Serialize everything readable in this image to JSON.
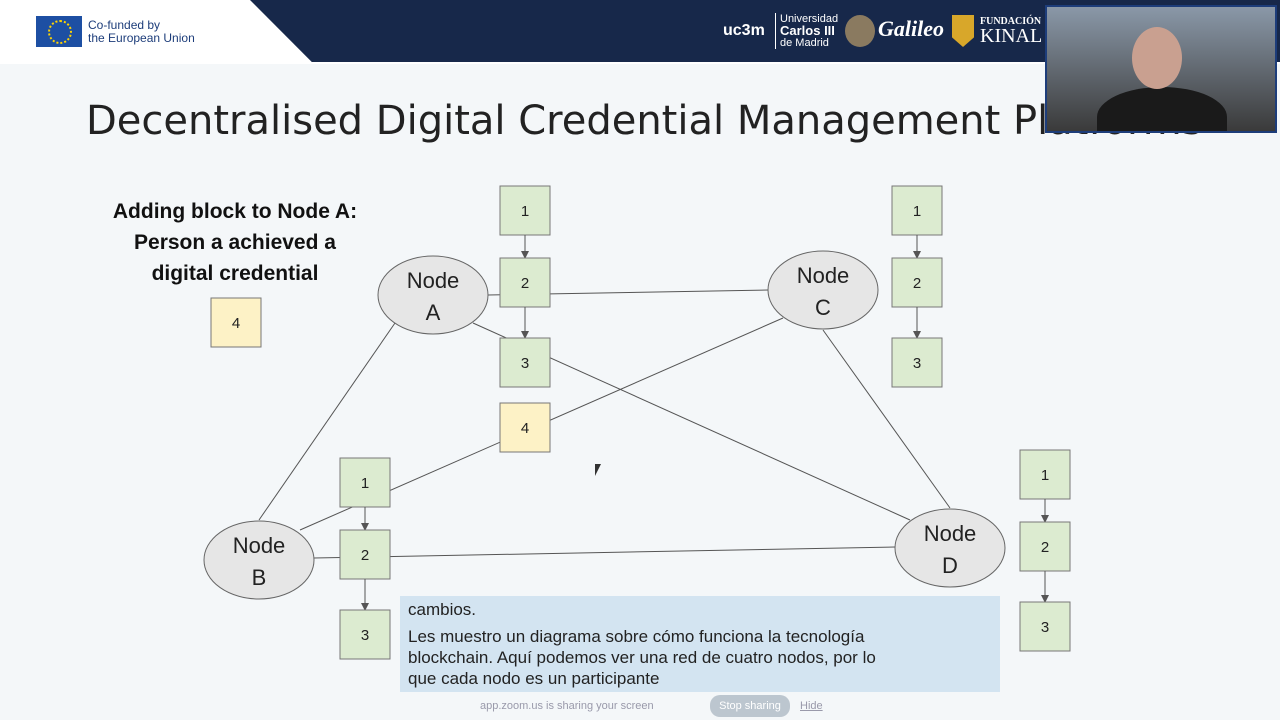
{
  "banner": {
    "eu_text_1": "Co-funded by",
    "eu_text_2": "the European Union",
    "uc3m": "uc3m",
    "uni_1": "Universidad",
    "uni_2": "Carlos III",
    "uni_3": "de Madrid",
    "galileo": "Galileo",
    "kinal_1": "FUNDACIÓN",
    "kinal_2": "KINAL"
  },
  "slide": {
    "title": "Decentralised Digital Credential Management Platforms",
    "left_text": [
      "Adding block to Node A:",
      "Person a achieved a",
      "digital credential"
    ],
    "new_block": "4",
    "nodes": [
      {
        "id": "A",
        "l1": "Node",
        "l2": "A"
      },
      {
        "id": "B",
        "l1": "Node",
        "l2": "B"
      },
      {
        "id": "C",
        "l1": "Node",
        "l2": "C"
      },
      {
        "id": "D",
        "l1": "Node",
        "l2": "D"
      }
    ],
    "chains": {
      "A": [
        "1",
        "2",
        "3",
        "4"
      ],
      "B": [
        "1",
        "2",
        "3"
      ],
      "C": [
        "1",
        "2",
        "3"
      ],
      "D": [
        "1",
        "2",
        "3"
      ]
    },
    "colors": {
      "block": "#dcebd0",
      "block_new": "#fdf2c6",
      "node": "#e6e6e6"
    }
  },
  "caption": {
    "line0": "cambios.",
    "line1": "Les muestro un diagrama sobre cómo funciona la tecnología",
    "line2": "blockchain. Aquí podemos ver una red de cuatro nodos, por lo",
    "line3": "que cada nodo es un participante"
  },
  "zoom": {
    "sharing": "app.zoom.us is sharing your screen",
    "stop": "Stop sharing",
    "hide": "Hide"
  }
}
